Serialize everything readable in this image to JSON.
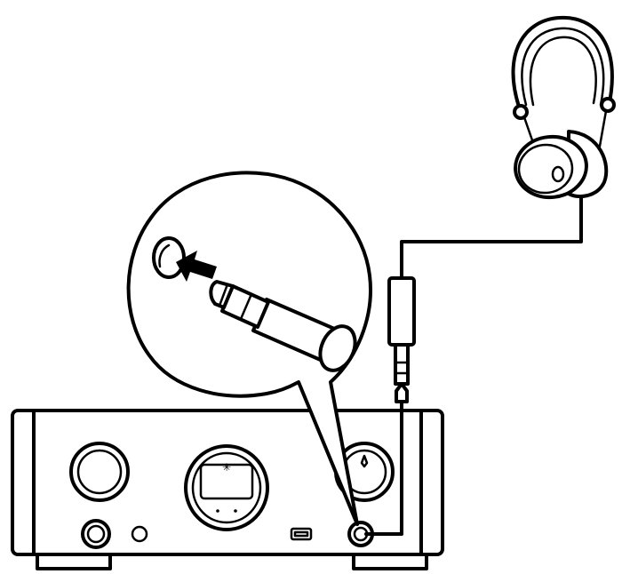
{
  "diagram": {
    "description_visible_text": "",
    "colors": {
      "line": "#000000",
      "fill": "#ffffff",
      "shade": "#e6e6e6"
    },
    "components": {
      "amplifier": {
        "name": "amplifier-front-panel"
      },
      "headphones": {
        "name": "headphones"
      },
      "plug": {
        "name": "headphone-plug"
      },
      "callout": {
        "name": "zoom-callout"
      },
      "arrow": {
        "name": "insert-arrow-icon"
      }
    }
  }
}
